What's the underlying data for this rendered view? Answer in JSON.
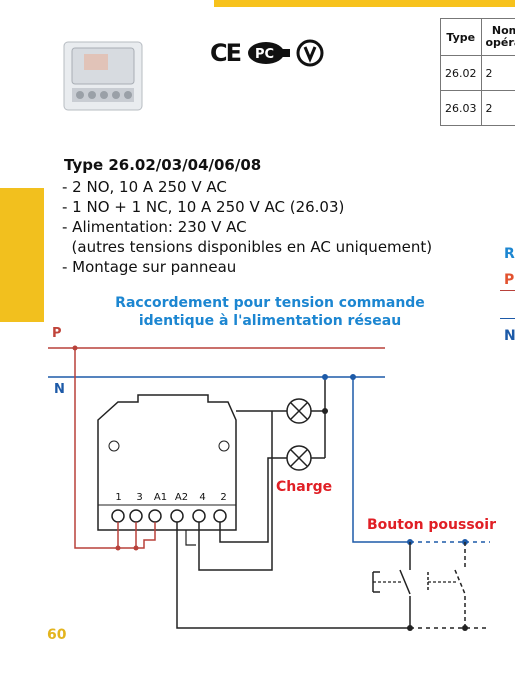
{
  "certifications": [
    "CE-mark-icon",
    "PCT-mark-icon",
    "ukraine-mark-icon"
  ],
  "spec_table": {
    "headers": [
      "Type",
      "Nombre opérations"
    ],
    "header_visible": [
      "Type",
      "Nom\nopérat"
    ],
    "rows": [
      [
        "26.02",
        "2"
      ],
      [
        "26.03",
        "2"
      ]
    ]
  },
  "right_fragments": {
    "r": "R",
    "p": "P",
    "n": "N"
  },
  "product": {
    "type_title": "Type 26.02/03/04/06/08",
    "features": [
      "- 2 NO, 10 A 250 V AC",
      "- 1 NO + 1 NC, 10 A 250 V AC (26.03)",
      "- Alimentation: 230 V AC",
      "  (autres tensions disponibles en AC uniquement)",
      "- Montage sur panneau"
    ]
  },
  "diagram": {
    "title_line1": "Raccordement pour tension commande",
    "title_line2": "identique à l'alimentation réseau",
    "phase_label": "P",
    "neutral_label": "N",
    "terminals": [
      "1",
      "3",
      "A1",
      "A2",
      "4",
      "2"
    ],
    "load_label": "Charge",
    "button_label": "Bouton poussoir",
    "colors": {
      "phase": "#b8413a",
      "neutral": "#1d5aa8",
      "labels": "#e01f25",
      "title": "#1c86d1"
    }
  },
  "page_number": "60"
}
